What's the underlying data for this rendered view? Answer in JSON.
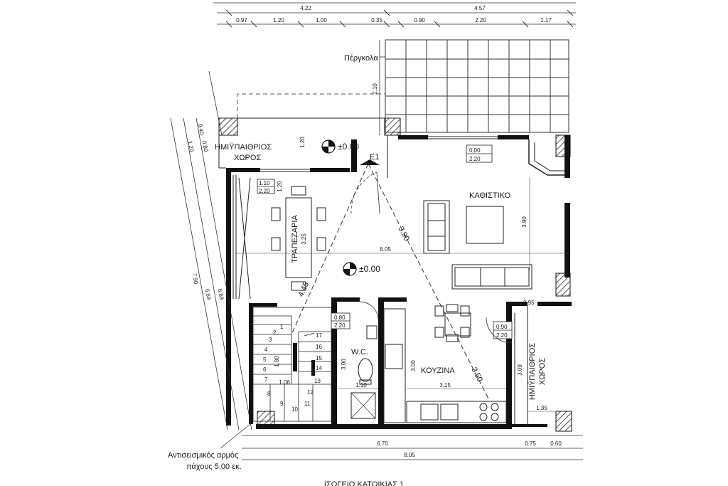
{
  "top_dims": {
    "overall_left": "4.22",
    "overall_right": "4.57",
    "segments": [
      "0.97",
      "1.20",
      "1.00",
      "0.35",
      "0.90",
      "2.20",
      "1.17"
    ]
  },
  "pergola_label": "Πέργκολα",
  "pergola_depth": "2.10",
  "semi_outdoor_top": {
    "line1": "ΗΜΙΫΠΑΙΘΡΙΟΣ",
    "line2": "ΧΩΡΟΣ"
  },
  "semi_outdoor_top_depth": "1.20",
  "level_top": "±0.00",
  "entrance_mark": "E1",
  "window_living": {
    "sill": "0.00",
    "height": "2.20"
  },
  "living_label": "ΚΑΘΙΣΤΙΚΟ",
  "living_depth": "3.90",
  "window_dining": {
    "sill": "1.10",
    "height": "2.20",
    "width": "1.20"
  },
  "dining_label": "ΤΡΑΠΕΖΑΡΙΑ",
  "dining_dim": "3.25",
  "diag_upper": "3.90",
  "diag_left": "4.45",
  "diag_lower": "3.50",
  "inner_width": "8.05",
  "level_center": "±0.00",
  "wc_label": "W.C.",
  "wc_door": {
    "width": "0.80",
    "height": "2.20"
  },
  "wc_depth": "3.00",
  "wc_width": "1.10",
  "kitchen_label": "ΚΟΥΖΙΝΑ",
  "kitchen_depth": "3.00",
  "kitchen_width": "3.15",
  "door_right": {
    "width": "0.90",
    "height": "2.20"
  },
  "small_dim_right": "0.95",
  "semi_outdoor_right": {
    "line1": "ΗΜΙΫΠΑΙΘΡΙΟΣ",
    "line2": "ΧΩΡΟΣ"
  },
  "semi_outdoor_right_depth": "3.09",
  "semi_outdoor_right_width": "1.35",
  "stair_width": "1.80",
  "stair_step_dim": "1.06",
  "stair_steps": [
    "1",
    "2",
    "3",
    "4",
    "5",
    "6",
    "7",
    "8",
    "9",
    "10",
    "11",
    "12",
    "13",
    "14",
    "15",
    "16",
    "17"
  ],
  "left_dims": {
    "outer": "7.90",
    "middle": "6.69",
    "inner": "6.69",
    "top1": "0.40",
    "top2": "1.20",
    "top3": "0.80"
  },
  "bottom_dims": {
    "seg1": "6.70",
    "seg2": "0.75",
    "seg3": "0.60",
    "total": "8.05"
  },
  "joint_note": {
    "line1": "Αντισεισμικός αρμός",
    "line2": "πάχους 5.00 εκ."
  },
  "drawing_title": "ΙΣΟΓΕΙΟ ΚΑΤΟΙΚΙΑΣ 1"
}
